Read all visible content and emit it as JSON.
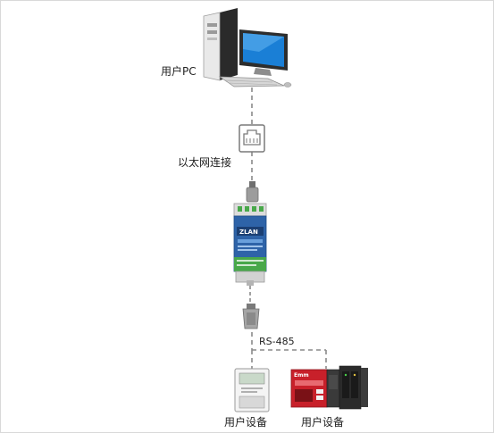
{
  "labels": {
    "pc": "用户PC",
    "ethernet": "以太网连接",
    "rs485": "RS-485",
    "device_left": "用户设备",
    "device_right": "用户设备"
  },
  "device_branding": {
    "converter_brand": "ZLAN",
    "plc_brand": "Emm"
  },
  "colors": {
    "line": "#8a8a8a",
    "converter_blue": "#2e63a8",
    "converter_green": "#48a84a",
    "plc_red": "#c8202a",
    "plc_dark": "#2b2b2b",
    "monitor_blue": "#1a7fd6"
  },
  "icons": [
    "desktop-pc-icon",
    "ethernet-port-icon",
    "rj45-plug-icon",
    "serial-converter-icon",
    "db9-connector-icon",
    "electric-meter-icon",
    "plc-icon"
  ]
}
